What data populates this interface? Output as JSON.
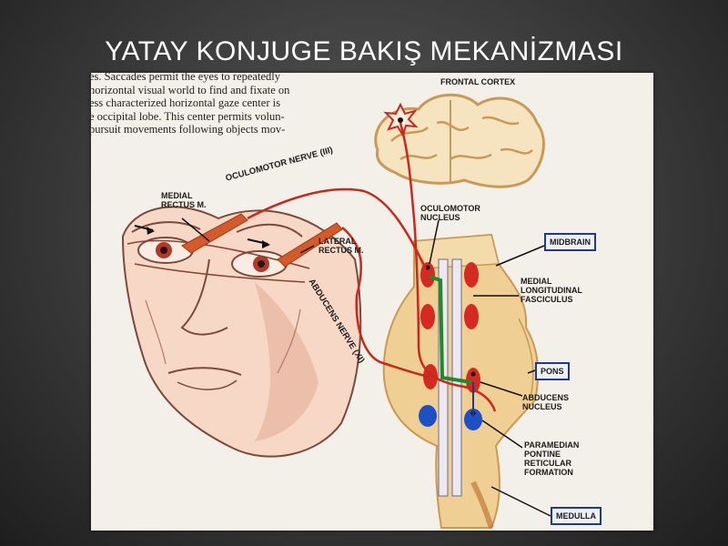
{
  "slide": {
    "title": "YATAY KONJUGE BAKIŞ MEKANİZMASI"
  },
  "book_text": {
    "lines": [
      "es. Saccades permit the eyes to repeatedly",
      "horizontal visual world to find and fixate on",
      "ess characterized horizontal gaze center is",
      "e occipital lobe. This center permits volun-",
      "pursuit movements following objects mov-"
    ]
  },
  "labels": {
    "frontal_cortex": "FRONTAL CORTEX",
    "medial_rectus": [
      "MEDIAL",
      "RECTUS M."
    ],
    "oculomotor_nerve": "OCULOMOTOR NERVE (III)",
    "oculomotor_nucleus": [
      "OCULOMOTOR",
      "NUCLEUS"
    ],
    "lateral_rectus": [
      "LATERAL",
      "RECTUS M."
    ],
    "abducens_nerve": "ABDUCENS NERVE (XI)",
    "midbrain": "MIDBRAIN",
    "mlf": [
      "MEDIAL",
      "LONGITUDINAL",
      "FASCICULUS"
    ],
    "pons": "PONS",
    "abducens_nucleus": [
      "ABDUCENS",
      "NUCLEUS"
    ],
    "pprf": [
      "PARAMEDIAN",
      "PONTINE",
      "RETICULAR",
      "FORMATION"
    ],
    "medulla": "MEDULLA"
  },
  "colors": {
    "nerve_red": "#c8281e",
    "nucleus_red": "#d42a22",
    "nucleus_blue": "#1f4fc4",
    "mlf_green": "#1f8a2a",
    "brainstem_tan": "#f0cf95",
    "label_box_border": "#1f3a8a"
  }
}
